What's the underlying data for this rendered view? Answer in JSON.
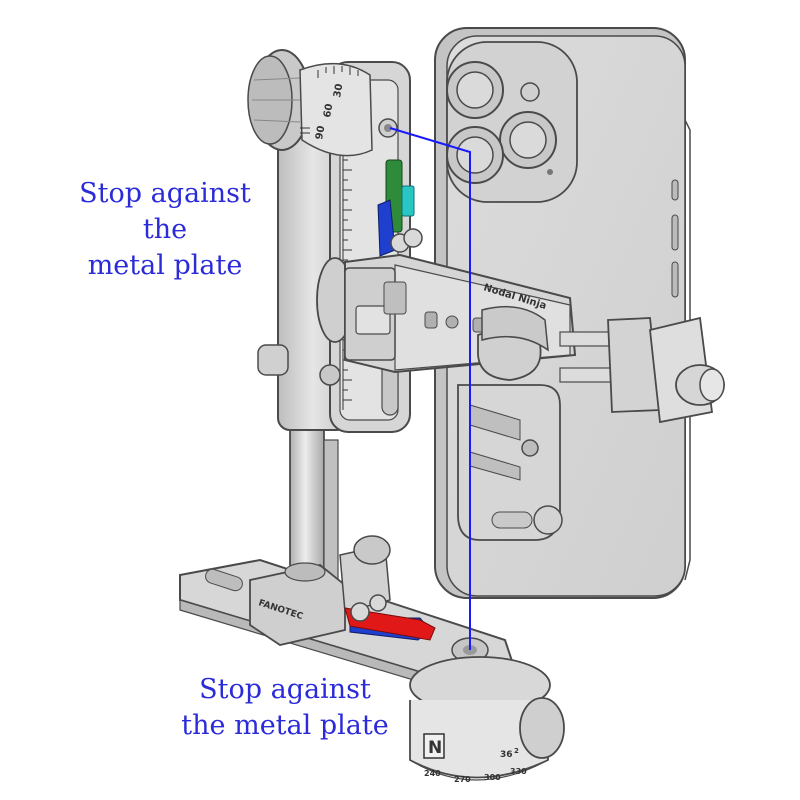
{
  "callouts": {
    "top": {
      "lines": [
        "Stop against",
        "the",
        "metal plate"
      ]
    },
    "bottom": {
      "lines": [
        "Stop against",
        "the metal plate"
      ]
    }
  },
  "engravings": {
    "brand": "FANOTEC",
    "rail_brand": "Nodal Ninja",
    "logo_letter": "N",
    "dial_numbers": [
      "240",
      "270",
      "300",
      "330",
      "36"
    ],
    "dial_fraction": "2",
    "vertical_dial_numbers": [
      "30",
      "60",
      "90"
    ]
  },
  "colors": {
    "callout_text": "#2b2bd9",
    "guide_line": "#1a1aff",
    "stop_green": "#2e8b3a",
    "stop_cyan": "#29c6c6",
    "stop_blue": "#1f3fcf",
    "stop_red": "#e01818",
    "metal": "#d9d9d9",
    "outline": "#4a4a4a"
  }
}
